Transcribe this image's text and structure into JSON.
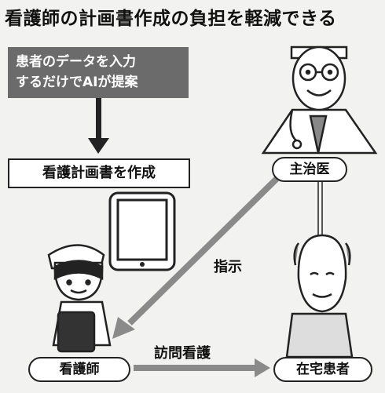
{
  "title": "看護師の計画書作成の負担を軽減できる",
  "input_box": {
    "line1": "患者のデータを入力",
    "line2": "するだけでAIが提案"
  },
  "plan_box": "看護計画書を作成",
  "nodes": {
    "doctor": "主治医",
    "nurse": "看護師",
    "patient": "在宅患者"
  },
  "edges": {
    "instruction": "指示",
    "home_visit": "訪問看護"
  }
}
